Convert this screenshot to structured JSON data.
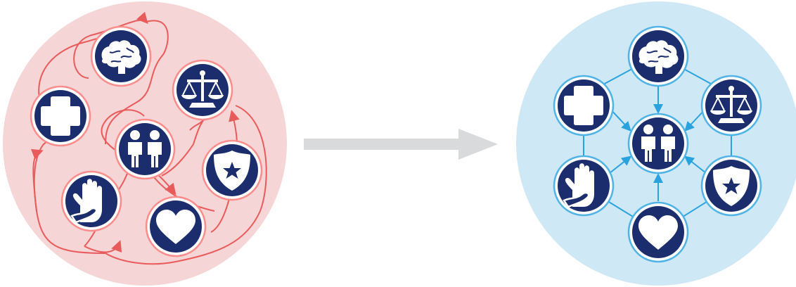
{
  "colors": {
    "background": "#ffffff",
    "chaos_fill": "#f6d5d6",
    "chaos_stroke": "#e95b5b",
    "chaos_ring": "#ff8c8c",
    "order_fill": "#cfe8f5",
    "order_stroke": "#29a3de",
    "order_ring": "#4fb3e6",
    "node_fill": "#1c2d6d",
    "icon_fill": "#ffffff",
    "arrow": "#d9dadb"
  },
  "diagram": {
    "before_state": "fragmented",
    "after_state": "coordinated",
    "transition": "arrow-right",
    "center_node": "children-icon",
    "nodes": [
      {
        "id": "mental-health",
        "icon": "brain-icon"
      },
      {
        "id": "legal",
        "icon": "scales-icon"
      },
      {
        "id": "medical",
        "icon": "medical-cross-icon"
      },
      {
        "id": "children",
        "icon": "children-icon"
      },
      {
        "id": "police",
        "icon": "police-badge-icon"
      },
      {
        "id": "support",
        "icon": "helping-hand-icon"
      },
      {
        "id": "care",
        "icon": "heart-icon"
      }
    ]
  }
}
